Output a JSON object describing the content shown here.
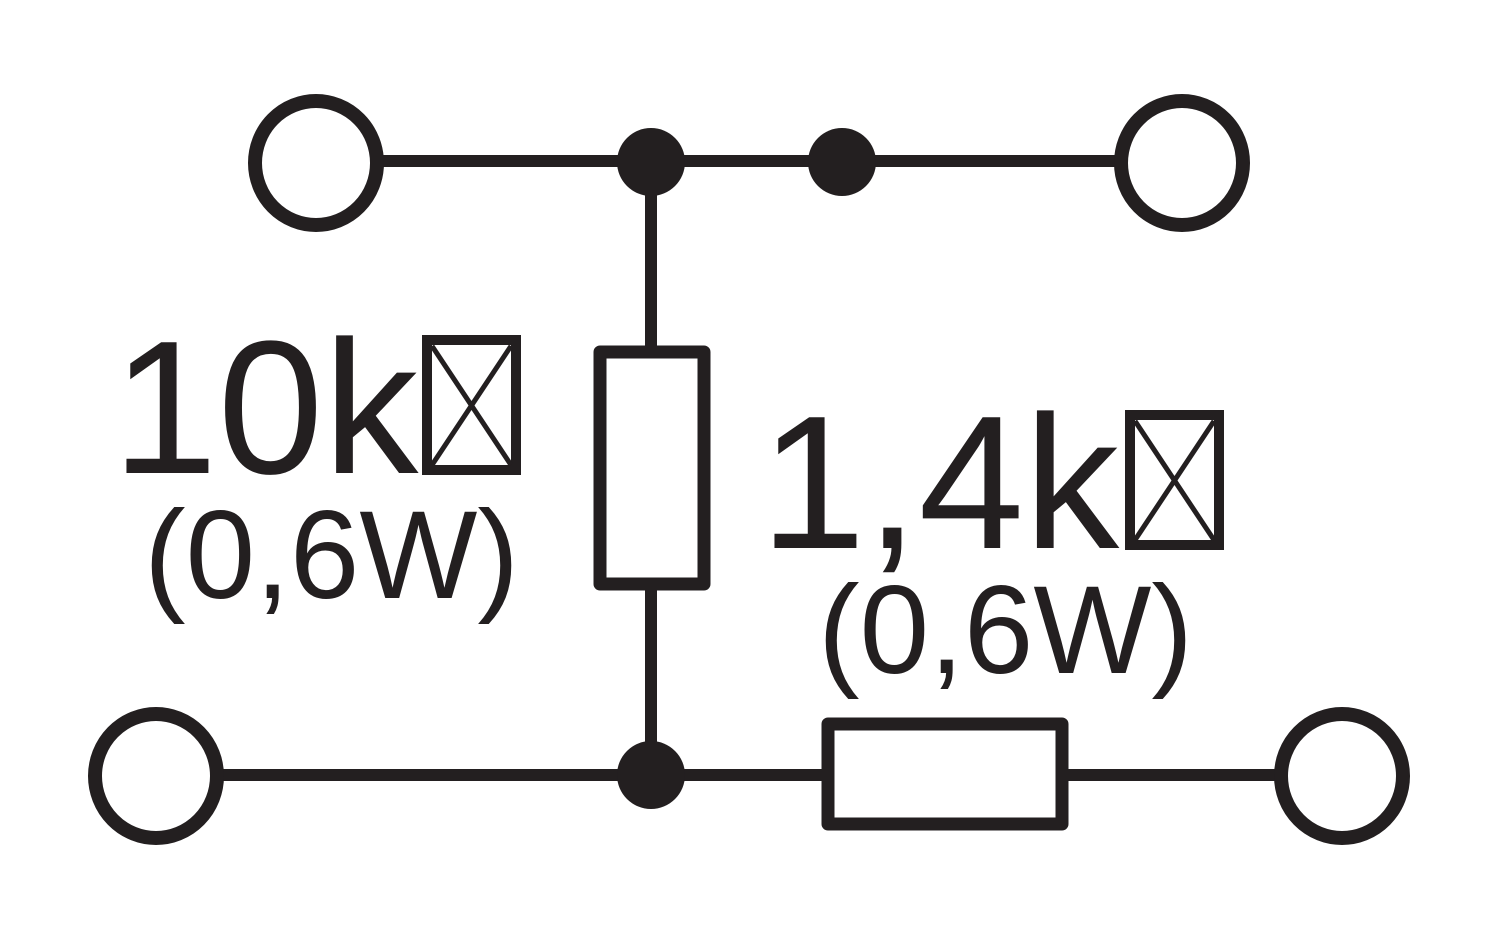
{
  "resistors": [
    {
      "value": "10k",
      "power": "(0,6W)",
      "unit_glyph": "missing-glyph-box"
    },
    {
      "value": "1,4k",
      "power": "(0,6W)",
      "unit_glyph": "missing-glyph-box"
    }
  ],
  "colors": {
    "ink": "#231f20",
    "background": "#ffffff"
  }
}
